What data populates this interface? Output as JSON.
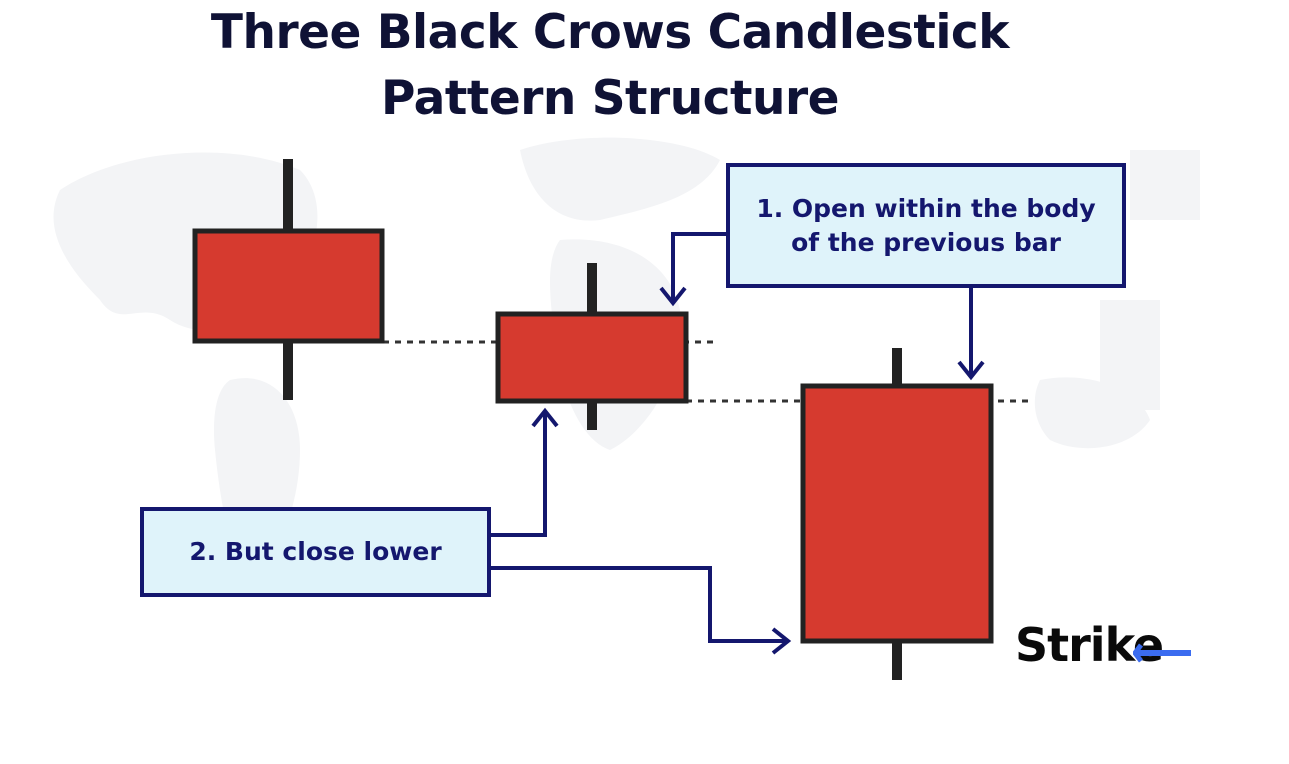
{
  "title": {
    "line1": "Three Black Crows Candlestick",
    "line2": "Pattern Structure"
  },
  "callouts": {
    "open": {
      "line1": "1. Open within the body",
      "line2": "of the previous bar"
    },
    "close": {
      "text": "2. But close lower"
    }
  },
  "logo": {
    "text": "Strike"
  },
  "colors": {
    "candle_body": "#d63a2f",
    "candle_outline": "#222222",
    "callout_bg": "#dff3fa",
    "callout_border": "#14176e",
    "arrow": "#14176e",
    "title": "#0f1235",
    "logo_accent": "#3b6cf0"
  }
}
